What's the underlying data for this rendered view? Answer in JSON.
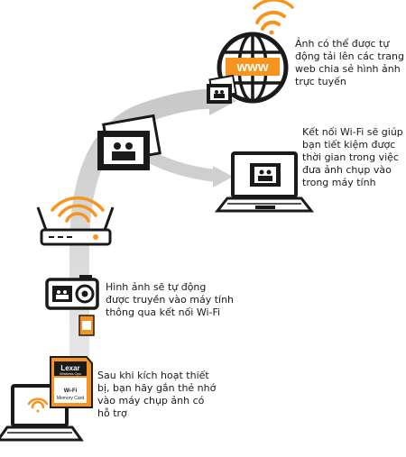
{
  "captions": {
    "web": [
      "Ảnh có thể được tự",
      "động tải lên các trang",
      "web chia sẻ hình ảnh",
      "trực tuyến"
    ],
    "computer": [
      "Kết nối Wi-Fi sẽ giúp",
      "bạn tiết kiệm được",
      "thời gian trong việc",
      "đưa ảnh chụp vào",
      "trong máy tính"
    ],
    "camera": [
      "Hình ảnh sẽ tự động",
      "được truyền vào máy tính",
      "thông qua kết nối Wi-Fi"
    ],
    "card": [
      "Sau khi kích hoạt thiết",
      "bị, bạn hãy gắn thẻ nhớ",
      "vào máy chụp ảnh có",
      "hỗ trợ"
    ]
  },
  "globe_label": "www",
  "card_labels": {
    "brand": "Lexar",
    "series": "Wireless Ops",
    "wifi": "Wi-Fi",
    "type": "Memory Card"
  },
  "colors": {
    "accent": "#f7941d",
    "path": "#cfcfcf",
    "ink": "#1a1a1a"
  },
  "icons": [
    "wifi-signal-icon",
    "globe-icon",
    "photo-icon",
    "laptop-icon",
    "router-icon",
    "camera-icon",
    "memory-card-icon",
    "arrow-icon"
  ]
}
